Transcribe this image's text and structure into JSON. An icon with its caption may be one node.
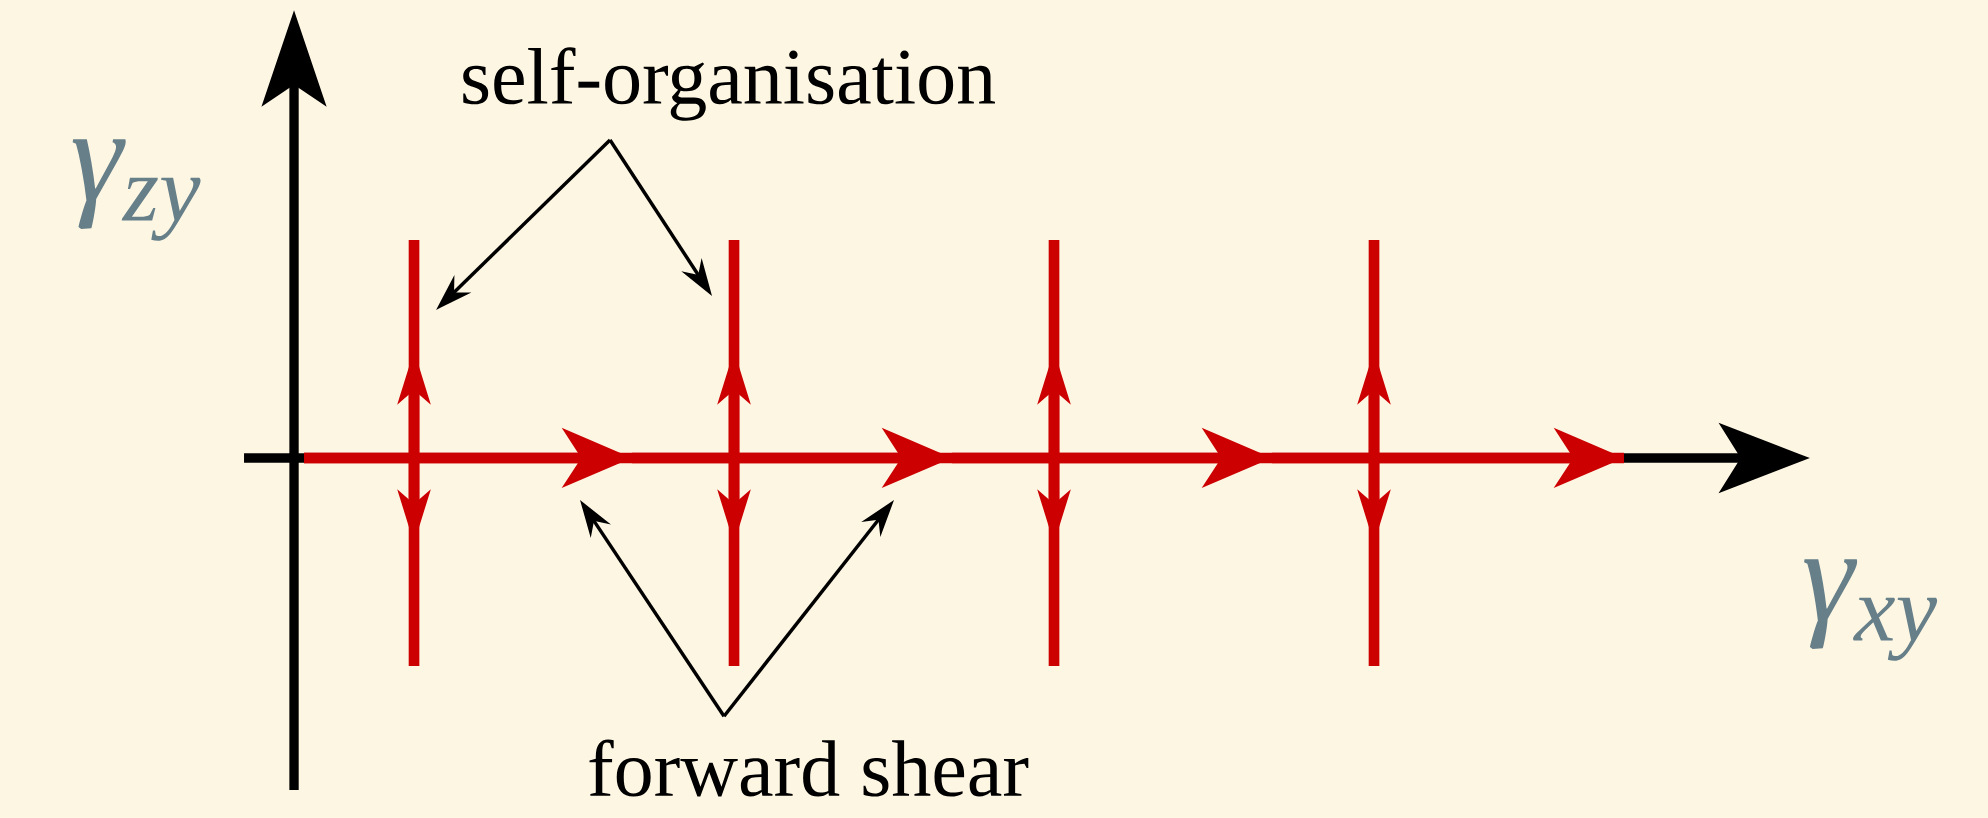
{
  "diagram": {
    "nodes": [
      {
        "text": [
          "self-organisation"
        ]
      },
      {
        "text": [
          "forward shear"
        ]
      }
    ],
    "edges": [
      {
        "from": 0,
        "to": null,
        "arrow": "to"
      },
      {
        "from": 0,
        "to": null,
        "arrow": "to"
      },
      {
        "from": 1,
        "to": null,
        "arrow": "to"
      },
      {
        "from": 1,
        "to": null,
        "arrow": "to"
      }
    ],
    "labels": [
      "γ$_{zy}$",
      "γ$_{xy}$"
    ]
  }
}
